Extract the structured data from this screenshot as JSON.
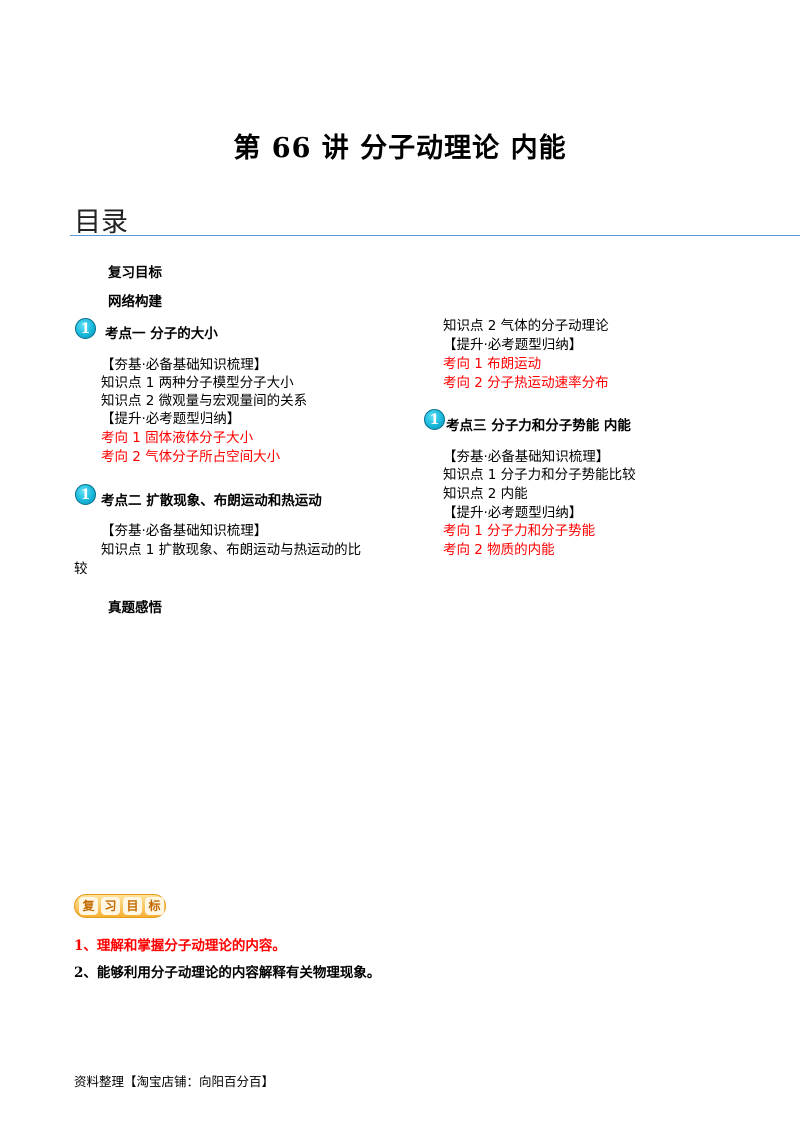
{
  "title": "第 66 讲  分子动理论  内能",
  "toc": {
    "heading": "目录",
    "review_goals": "复习目标",
    "network": "网络构建",
    "real_exam": "真题感悟",
    "sections": [
      {
        "badge_number": "1",
        "title": "考点一    分子的大小",
        "lines": [
          {
            "text": "【夯基·必备基础知识梳理】",
            "color": "#000000"
          },
          {
            "text": "知识点 1  两种分子模型分子大小",
            "color": "#000000"
          },
          {
            "text": "知识点 2  微观量与宏观量间的关系",
            "color": "#000000"
          },
          {
            "text": "【提升·必考题型归纳】",
            "color": "#000000"
          },
          {
            "text": "考向 1  固体液体分子大小",
            "color": "#ff0000"
          },
          {
            "text": "考向 2  气体分子所占空间大小",
            "color": "#ff0000"
          }
        ]
      },
      {
        "badge_number": "1",
        "title": "考点二    扩散现象、布朗运动和热运动",
        "lines": [
          {
            "text": "【夯基·必备基础知识梳理】",
            "color": "#000000"
          },
          {
            "text": "知识点 1  扩散现象、布朗运动与热运动的比",
            "color": "#000000"
          },
          {
            "text": "较",
            "color": "#000000"
          }
        ],
        "continued_lines": [
          {
            "text": "知识点 2  气体的分子动理论",
            "color": "#000000"
          },
          {
            "text": "【提升·必考题型归纳】",
            "color": "#000000"
          },
          {
            "text": "考向 1  布朗运动",
            "color": "#ff0000"
          },
          {
            "text": "考向 2  分子热运动速率分布",
            "color": "#ff0000"
          }
        ]
      },
      {
        "badge_number": "1",
        "title": "考点三    分子力和分子势能  内能",
        "lines": [
          {
            "text": "【夯基·必备基础知识梳理】",
            "color": "#000000"
          },
          {
            "text": "知识点 1  分子力和分子势能比较",
            "color": "#000000"
          },
          {
            "text": "知识点 2  内能",
            "color": "#000000"
          },
          {
            "text": "【提升·必考题型归纳】",
            "color": "#000000"
          },
          {
            "text": "考向 1  分子力和分子势能",
            "color": "#ff0000"
          },
          {
            "text": "考向 2  物质的内能",
            "color": "#ff0000"
          }
        ]
      }
    ]
  },
  "review_badge": {
    "chars": [
      "复",
      "习",
      "目",
      "标"
    ]
  },
  "goals": [
    {
      "text": "1、理解和掌握分子动理论的内容。",
      "color": "#ff0000"
    },
    {
      "text": "2、能够利用分子动理论的内容解释有关物理现象。",
      "color": "#000000"
    }
  ],
  "footer": "资料整理【淘宝店铺：向阳百分百】",
  "colors": {
    "accent_rule": "#5b9bd5",
    "emphasis": "#ff0000",
    "badge": "#18b8db"
  }
}
